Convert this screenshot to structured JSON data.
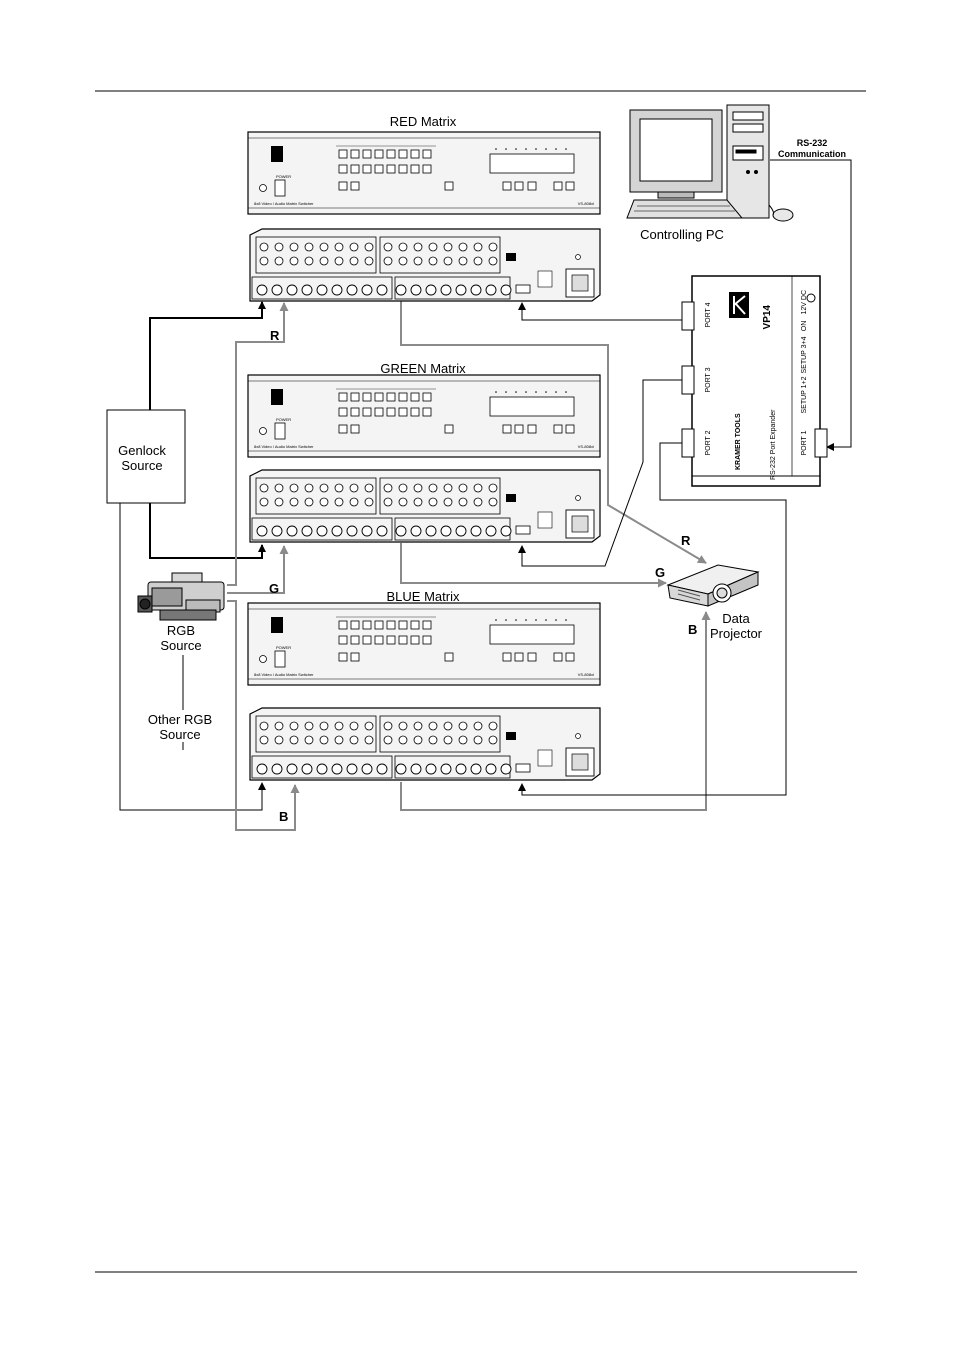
{
  "labels": {
    "red_matrix": "RED Matrix",
    "green_matrix": "GREEN Matrix",
    "blue_matrix": "BLUE Matrix",
    "controlling_pc": "Controlling PC",
    "rs232_line1": "RS-232",
    "rs232_line2": "Communication",
    "genlock_line1": "Genlock",
    "genlock_line2": "Source",
    "rgb_line1": "RGB",
    "rgb_line2": "Source",
    "other_rgb_line1": "Other RGB",
    "other_rgb_line2": "Source",
    "projector_line1": "Data",
    "projector_line2": "Projector",
    "sig_r_input": "R",
    "sig_g_input": "G",
    "sig_b_input": "B",
    "sig_r_proj": "R",
    "sig_g_proj": "G",
    "sig_b_proj": "B"
  },
  "vp14": {
    "model": "VP14",
    "brand": "KRAMER TOOLS",
    "description": "RS-232 Port Expander",
    "port1": "PORT 1",
    "port2": "PORT 2",
    "port3": "PORT 3",
    "port4": "PORT 4",
    "setup12": "SETUP 1+2",
    "setup34": "SETUP 3+4",
    "on": "ON",
    "dc": "12V DC"
  },
  "matrix_front": {
    "power": "POWER",
    "model_name": "8x8 Video / Audio Matrix Switcher",
    "model_code": "VS-808xl"
  },
  "colors": {
    "line": "#000000",
    "gray_line": "#8a8a8a"
  }
}
